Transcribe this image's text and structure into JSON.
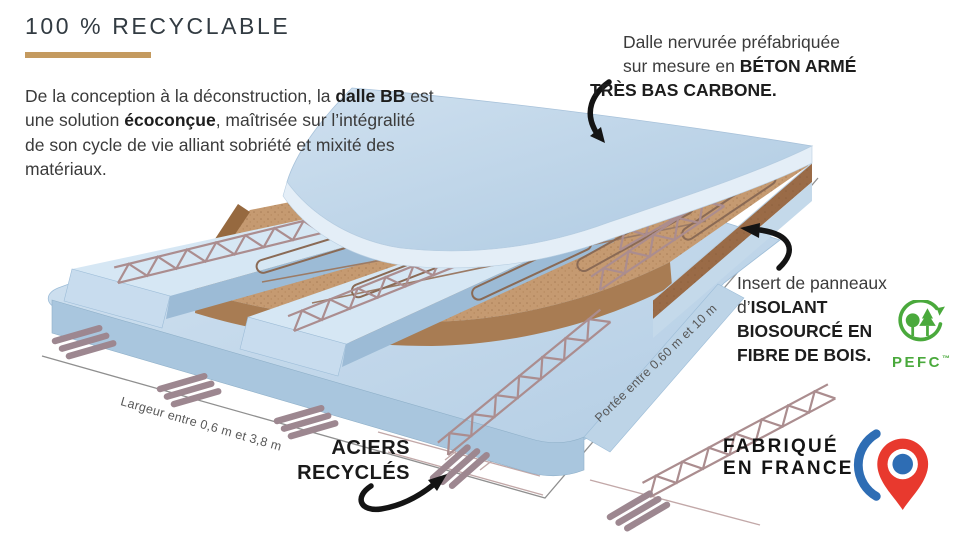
{
  "palette": {
    "accent_gold": "#c49a5f",
    "slab_blue": "#bcd3e8",
    "insulation_brown": "#c59a71",
    "steel_pink": "#ab8d8f",
    "pefc_green": "#4aa93c",
    "france_red": "#e8392e",
    "france_blue": "#2e6db4"
  },
  "header": {
    "title": "100 % RECYCLABLE"
  },
  "intro": {
    "r1": "De la conception à la déconstruction, la ",
    "b1": "dalle BB",
    "r2": " est une solution ",
    "b2": "écoconçue",
    "r3": ", maîtrisée sur l’intégralité de son cycle de vie alliant sobriété et mixité des matériaux."
  },
  "annotations": {
    "slab": {
      "line1": "Dalle nervurée préfabriquée",
      "line2_pre": "sur mesure en ",
      "line2_bold": "BÉTON ARMÉ",
      "line3_bold": "TRÈS BAS CARBONE."
    },
    "insulation": {
      "line1": "Insert de panneaux",
      "line2_pre": "d’",
      "line2_bold": "ISOLANT",
      "line3_bold": "BIOSOURCÉ EN",
      "line4_bold": "FIBRE DE BOIS."
    },
    "steel": {
      "line1": "ACIERS",
      "line2": "RECYCLÉS"
    }
  },
  "dimensions": {
    "largeur": "Largeur entre 0,6 m et 3,8 m",
    "portee": "Portée entre 0,60 m et 10 m"
  },
  "logos": {
    "pefc": {
      "label": "PEFC",
      "tm": "™"
    },
    "france": {
      "line1": "FABRIQUÉ",
      "line2": "EN FRANCE"
    }
  }
}
